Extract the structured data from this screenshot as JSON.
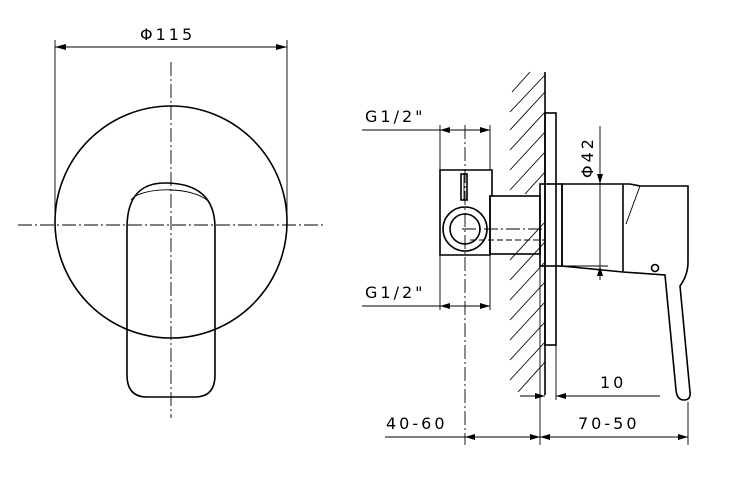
{
  "dimensions": {
    "front_diameter": "Φ115",
    "thread_top": "G1/2\"",
    "thread_bottom": "G1/2\"",
    "body_diameter": "Φ42",
    "plate_offset": "10",
    "wall_depth": "40-60",
    "handle_projection": "70-50"
  }
}
